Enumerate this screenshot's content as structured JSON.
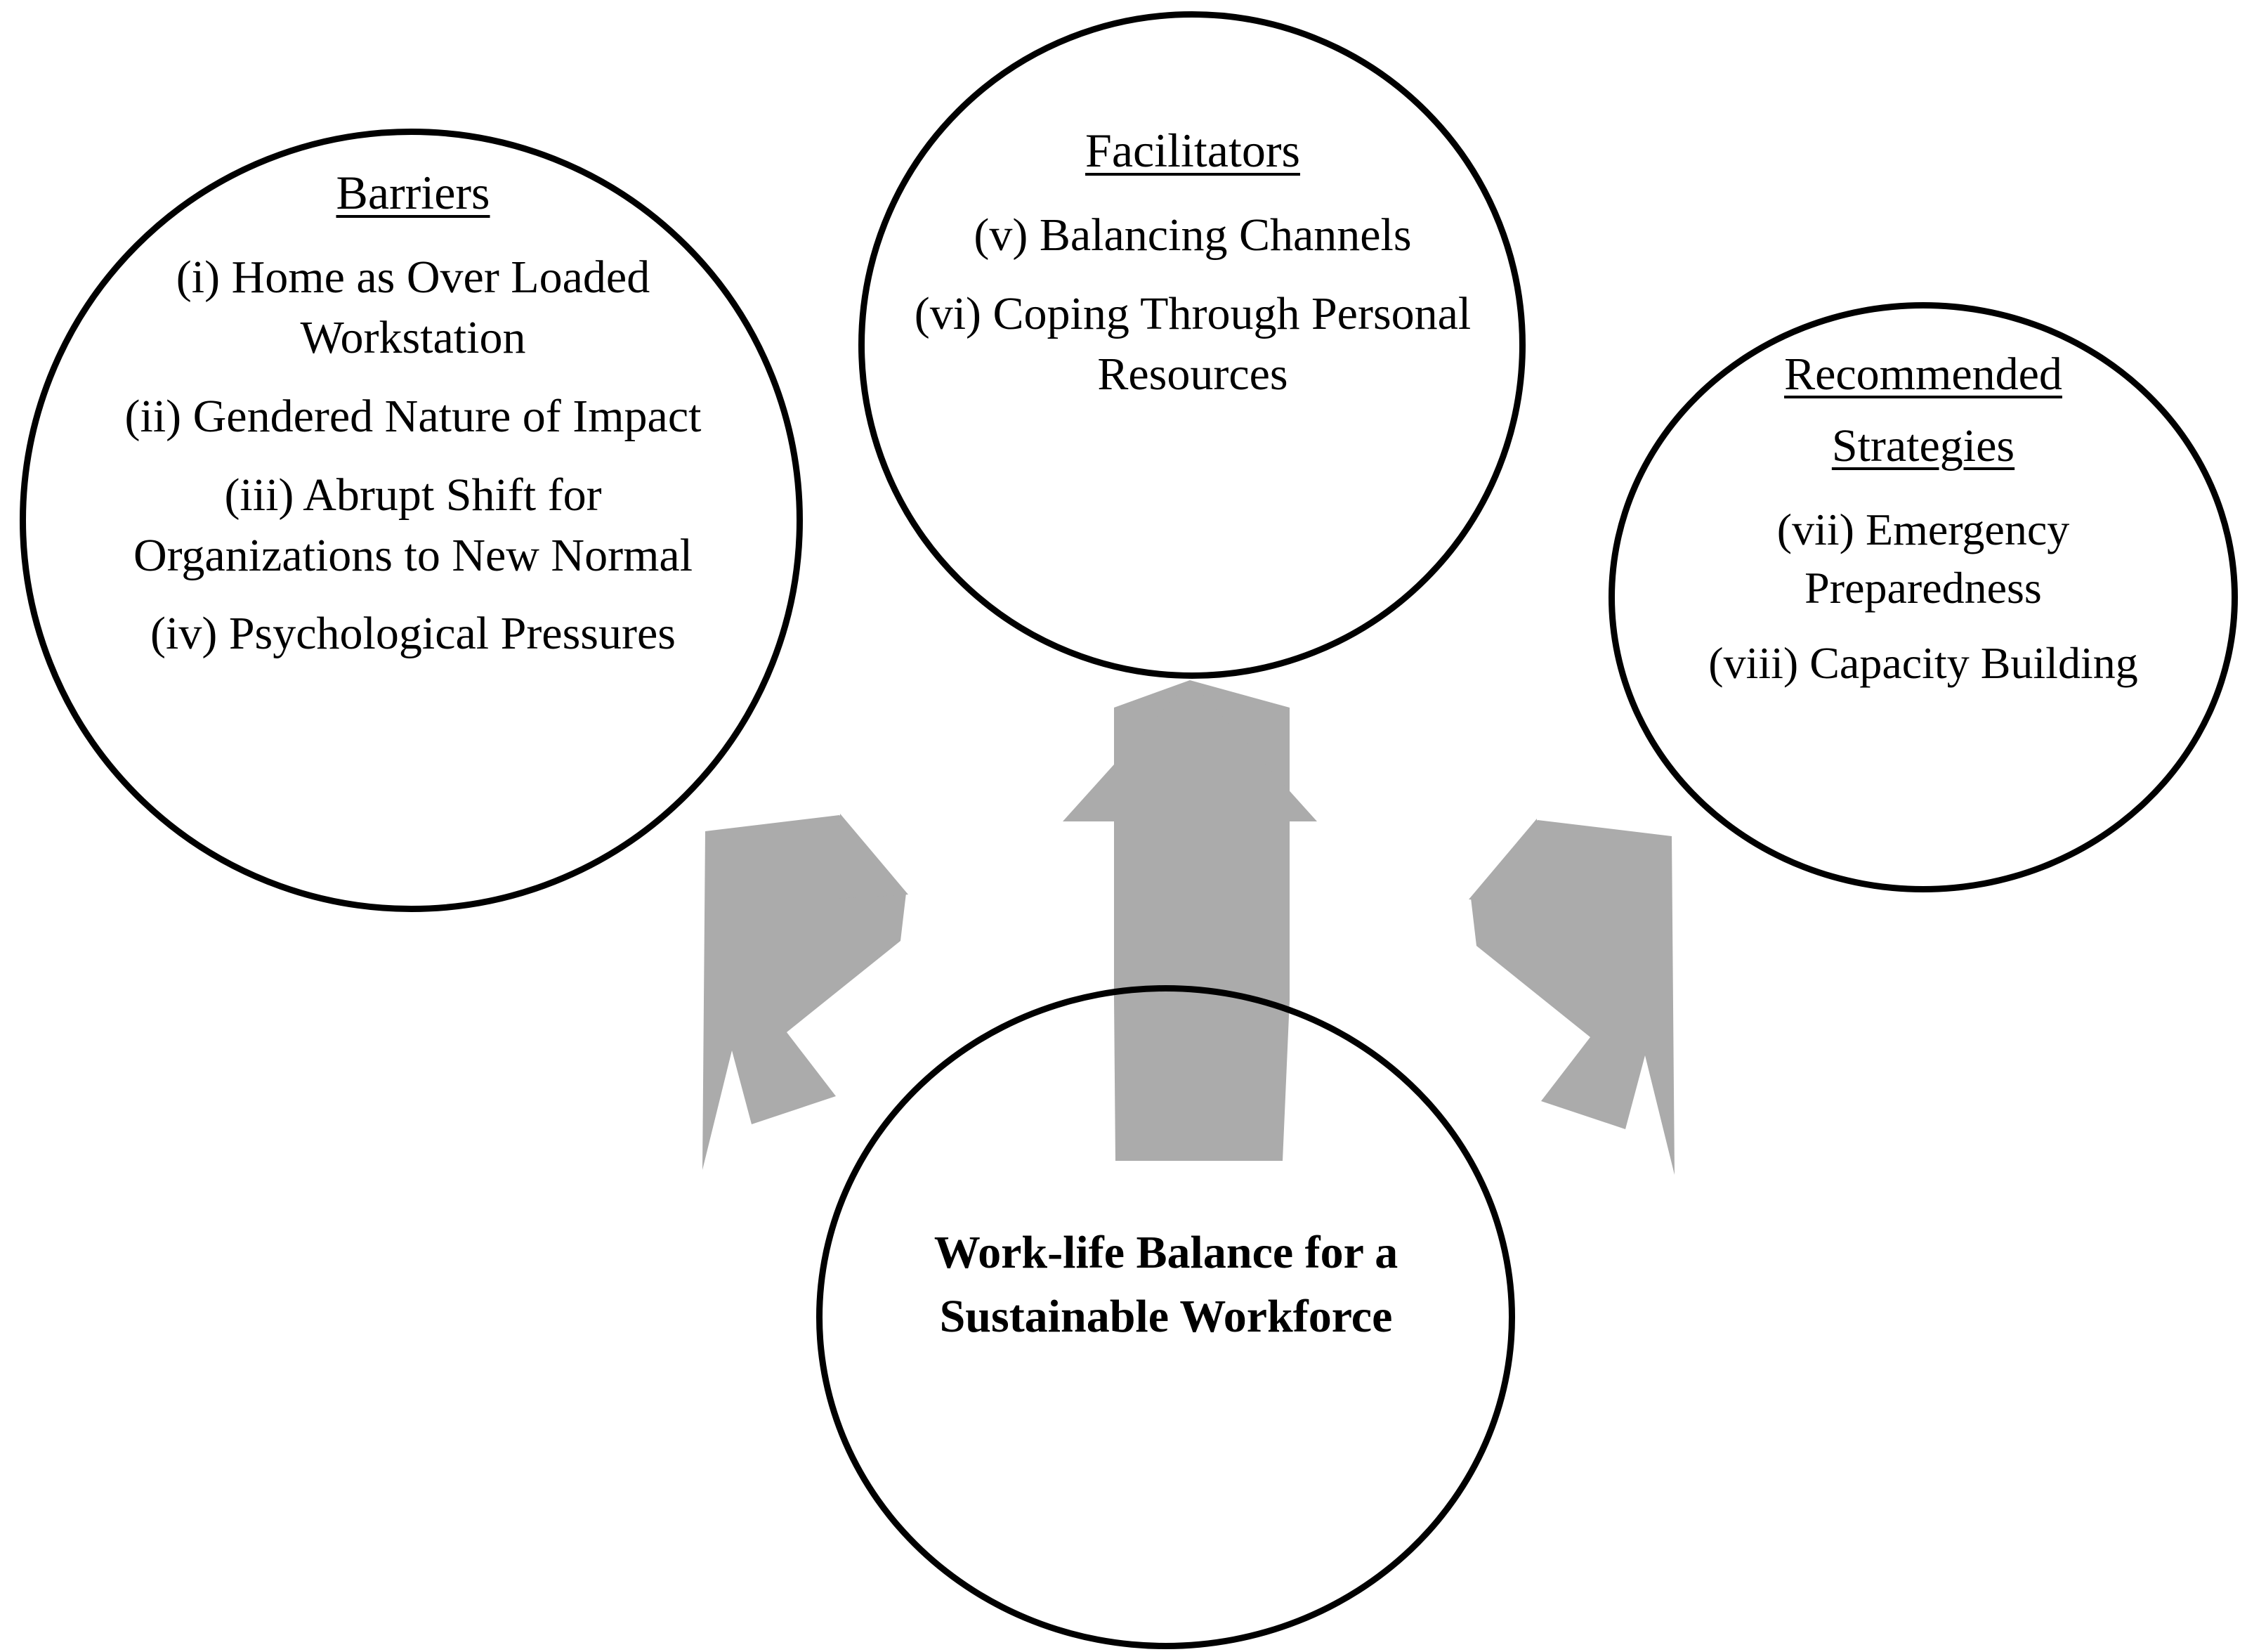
{
  "diagram": {
    "title": "Work-life Balance Conceptual Framework",
    "colors": {
      "outline": "#000000",
      "arrow_fill": "#ababab",
      "background": "#ffffff",
      "text": "#000000"
    },
    "nodes": {
      "barriers": {
        "heading": "Barriers",
        "items": [
          "(i) Home as Over Loaded Workstation",
          "(ii) Gendered Nature of Impact",
          "(iii) Abrupt Shift for Organizations to New Normal",
          "(iv) Psychological Pressures"
        ]
      },
      "facilitators": {
        "heading": "Facilitators",
        "items": [
          "(v) Balancing Channels",
          "(vi) Coping Through Personal Resources"
        ]
      },
      "strategies": {
        "heading_line1": "Recommended",
        "heading_line2": "Strategies",
        "items": [
          "(vii) Emergency Preparedness",
          "(viii) Capacity Building"
        ]
      },
      "core": {
        "label": "Work-life Balance for a Sustainable Workforce"
      }
    },
    "arrows": [
      {
        "name": "arrow-core-to-barriers",
        "direction": "up-left",
        "from": "core",
        "to": "barriers"
      },
      {
        "name": "arrow-core-to-facilitators",
        "direction": "up",
        "from": "core",
        "to": "facilitators"
      },
      {
        "name": "arrow-core-to-strategies",
        "direction": "up-right",
        "from": "core",
        "to": "strategies"
      }
    ]
  }
}
